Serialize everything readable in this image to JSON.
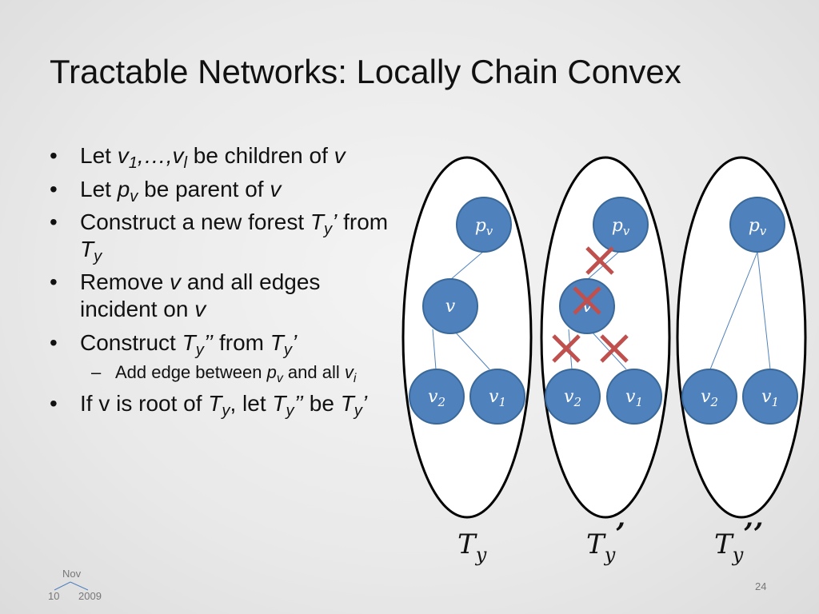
{
  "slide": {
    "title": "Tractable Networks: Locally Chain Convex",
    "bullets": {
      "b1": {
        "prefix": "Let ",
        "v": "v",
        "s1": "1",
        "mid": ",…,",
        "v2": "v",
        "sl": "l",
        "suffix": "  be children of ",
        "v3": "v"
      },
      "b2": {
        "prefix": "Let ",
        "p": "p",
        "ps": "v",
        "mid": " be parent of ",
        "v": "v"
      },
      "b3": {
        "prefix": "Construct a new forest ",
        "T": "T",
        "Ts": "y",
        "prime": "’",
        "mid": " from ",
        "T2": "T",
        "T2s": "y"
      },
      "b4": {
        "prefix": "Remove ",
        "v": "v",
        "mid": " and all edges incident on ",
        "v2": "v"
      },
      "b5": {
        "prefix": "Construct ",
        "T": "T",
        "Ts": "y",
        "prime": "’’",
        "mid": " from ",
        "T2": "T",
        "T2s": "y",
        "prime2": "’"
      },
      "sub1": {
        "prefix": "Add edge between ",
        "p": "p",
        "ps": "v",
        "mid": " and all ",
        "v": "v",
        "vs": "i"
      },
      "b6": {
        "prefix": "If v is root of ",
        "T": "T",
        "Ts": "y",
        "mid": ", let ",
        "T2": "T",
        "T2s": "y",
        "prime": "’’",
        "mid2": " be ",
        "T3": "T",
        "T3s": "y",
        "prime3": "’"
      }
    },
    "bullet_symbol": "•",
    "sub_bullet_symbol": "–"
  },
  "diagram": {
    "node_color": "#4f81bd",
    "node_stroke": "#3a6898",
    "edge_color": "#4f81bd",
    "cross_color": "#c0504d",
    "trees": [
      {
        "label": {
          "T": "T",
          "sub": "y",
          "prime": ""
        },
        "nodes": {
          "parent": {
            "main": "p",
            "sub": "v"
          },
          "v": {
            "main": "v"
          },
          "left_child": {
            "main": "v",
            "sub": "2"
          },
          "right_child": {
            "main": "v",
            "sub": "1"
          }
        }
      },
      {
        "label": {
          "T": "T",
          "sub": "y",
          "prime": "’"
        },
        "nodes": {
          "parent": {
            "main": "p",
            "sub": "v"
          },
          "v": {
            "main": "v"
          },
          "left_child": {
            "main": "v",
            "sub": "2"
          },
          "right_child": {
            "main": "v",
            "sub": "1"
          }
        }
      },
      {
        "label": {
          "T": "T",
          "sub": "y",
          "prime": "’’"
        },
        "nodes": {
          "parent": {
            "main": "p",
            "sub": "v"
          },
          "left_child": {
            "main": "v",
            "sub": "2"
          },
          "right_child": {
            "main": "v",
            "sub": "1"
          }
        }
      }
    ]
  },
  "footer": {
    "date": {
      "month": "Nov",
      "day": "10",
      "year": "2009"
    },
    "page_number": "24"
  }
}
